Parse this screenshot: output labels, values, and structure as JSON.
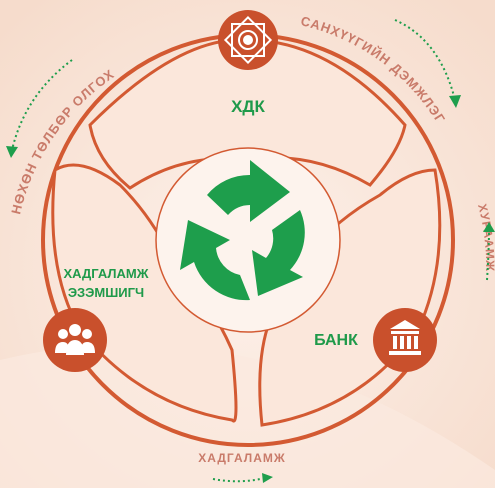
{
  "nodes": {
    "top": {
      "label": "ХДК",
      "icon": "ornament-seal-icon"
    },
    "left": {
      "label_line1": "ХАДГАЛАМЖ",
      "label_line2": "ЭЗЭМШИГЧ",
      "icon": "people-group-icon"
    },
    "right": {
      "label": "БАНК",
      "icon": "bank-building-icon"
    }
  },
  "flows": {
    "top_right": "САНХҮҮГИЙН ДЭМЖЛЭГ",
    "top_left": "НӨХӨН ТӨЛБӨР ОЛГОХ",
    "right": "ХУРААМЖ",
    "bottom": "ХАДГАЛАМЖ"
  },
  "center": {
    "icon": "recycle-arrows-icon"
  },
  "colors": {
    "background": "#f8e3d6",
    "ring": "#d35a32",
    "node_fill": "#c9502c",
    "text_green": "#1f9a4a",
    "arrow_green": "#1e9e4c",
    "flow_text": "#c97b6a"
  }
}
